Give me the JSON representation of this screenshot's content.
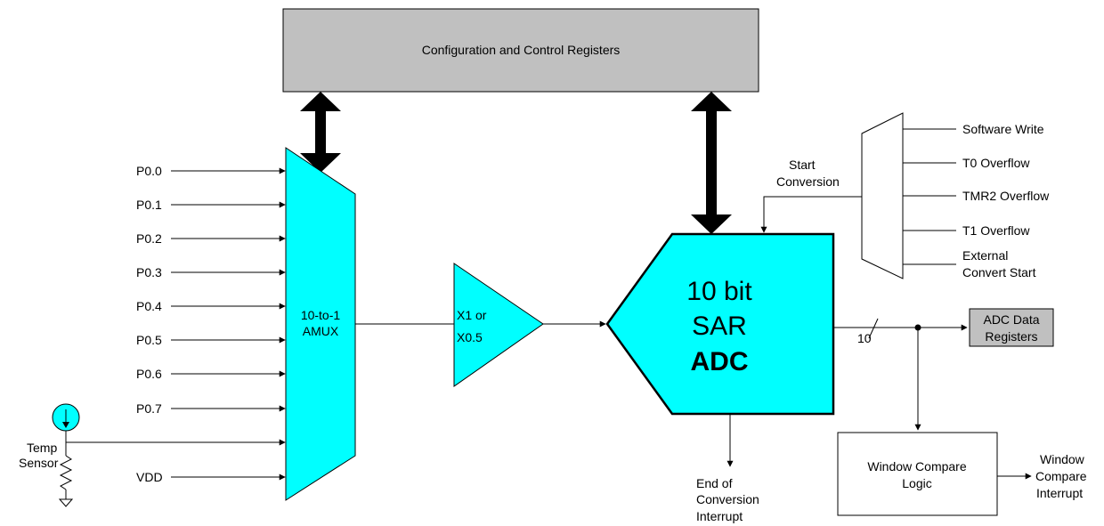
{
  "config_block": {
    "label": "Configuration and Control Registers"
  },
  "inputs": [
    "P0.0",
    "P0.1",
    "P0.2",
    "P0.3",
    "P0.4",
    "P0.5",
    "P0.6",
    "P0.7"
  ],
  "vdd_label": "VDD",
  "temp_sensor": {
    "line1": "Temp",
    "line2": "Sensor"
  },
  "amux": {
    "line1": "10-to-1",
    "line2": "AMUX"
  },
  "amplifier": {
    "line1": "X1 or",
    "line2": "X0.5"
  },
  "adc": {
    "line1": "10 bit",
    "line2": "SAR",
    "line3": "ADC"
  },
  "start_conversion": {
    "line1": "Start",
    "line2": "Conversion"
  },
  "start_sources": [
    "Software Write",
    "T0 Overflow",
    "TMR2 Overflow",
    "T1 Overflow"
  ],
  "external_start": {
    "line1": "External",
    "line2": "Convert Start"
  },
  "bus_width": "10",
  "data_registers": {
    "line1": "ADC Data",
    "line2": "Registers"
  },
  "window_compare": {
    "line1": "Window Compare",
    "line2": "Logic"
  },
  "window_interrupt": {
    "line1": "Window",
    "line2": "Compare",
    "line3": "Interrupt"
  },
  "eoc_interrupt": {
    "line1": "End of",
    "line2": "Conversion",
    "line3": "Interrupt"
  },
  "colors": {
    "block_fill": "#00ffff",
    "register_fill": "#c0c0c0",
    "line": "#000000"
  }
}
